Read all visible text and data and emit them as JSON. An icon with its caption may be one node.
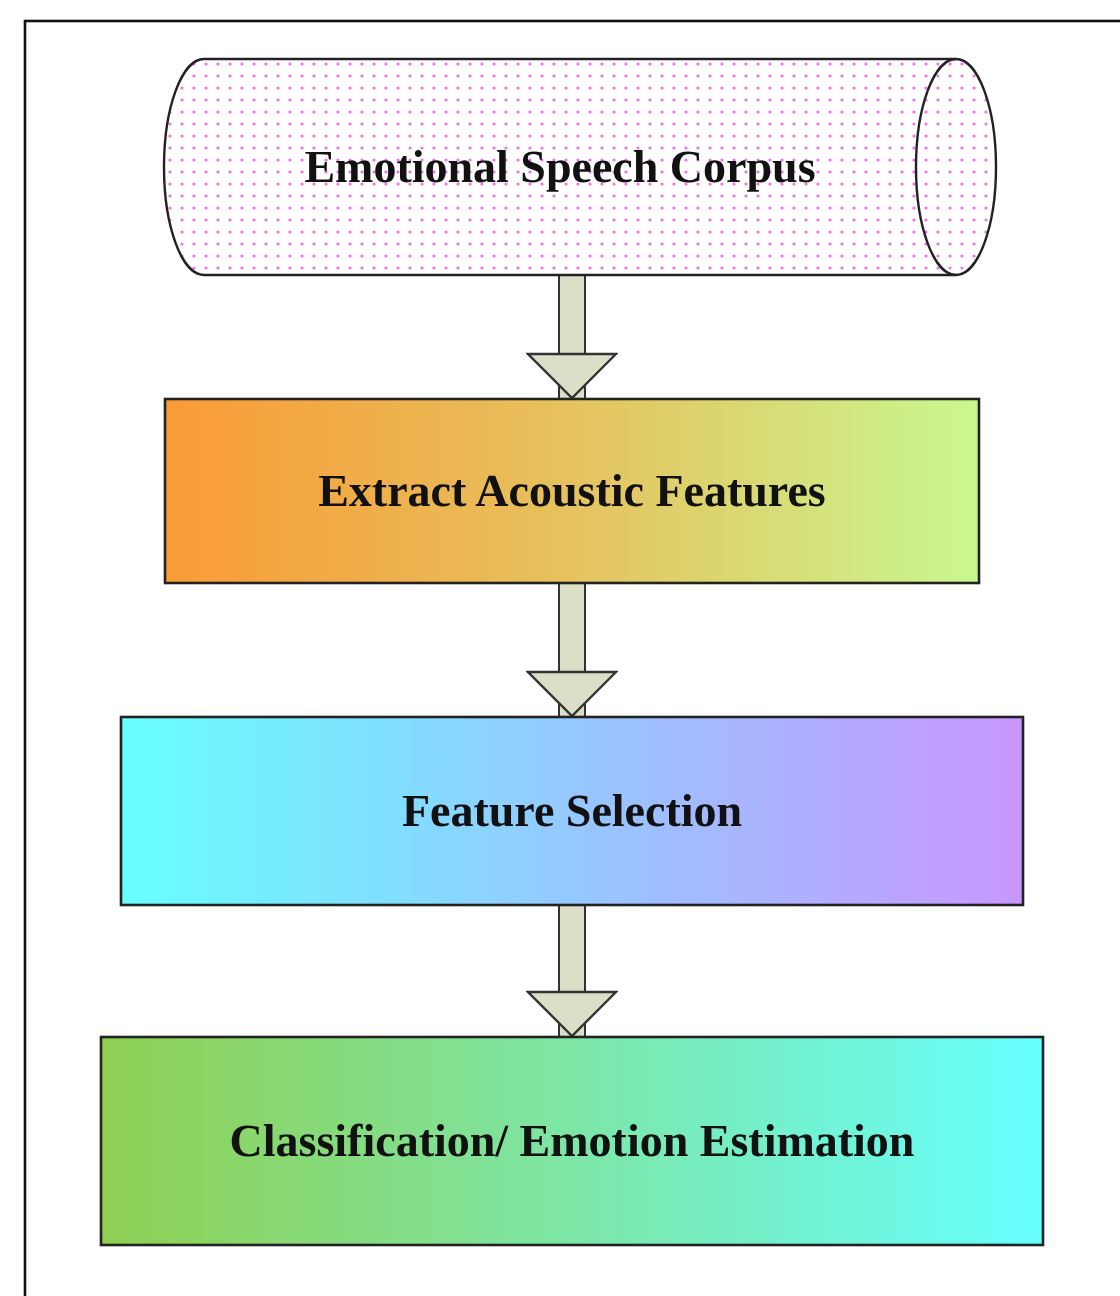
{
  "diagram": {
    "nodes": [
      {
        "text": [
          "Emotional Speech Corpus"
        ]
      },
      {
        "text": [
          "Extract Acoustic Features"
        ]
      },
      {
        "text": [
          "Feature Selection"
        ]
      },
      {
        "text": [
          "Classification/ Emotion Estimation"
        ]
      }
    ],
    "edges": [
      {
        "from": 0,
        "to": 1,
        "arrow": "to"
      },
      {
        "from": 1,
        "to": 2,
        "arrow": "to"
      },
      {
        "from": 2,
        "to": 3,
        "arrow": "to"
      }
    ]
  }
}
